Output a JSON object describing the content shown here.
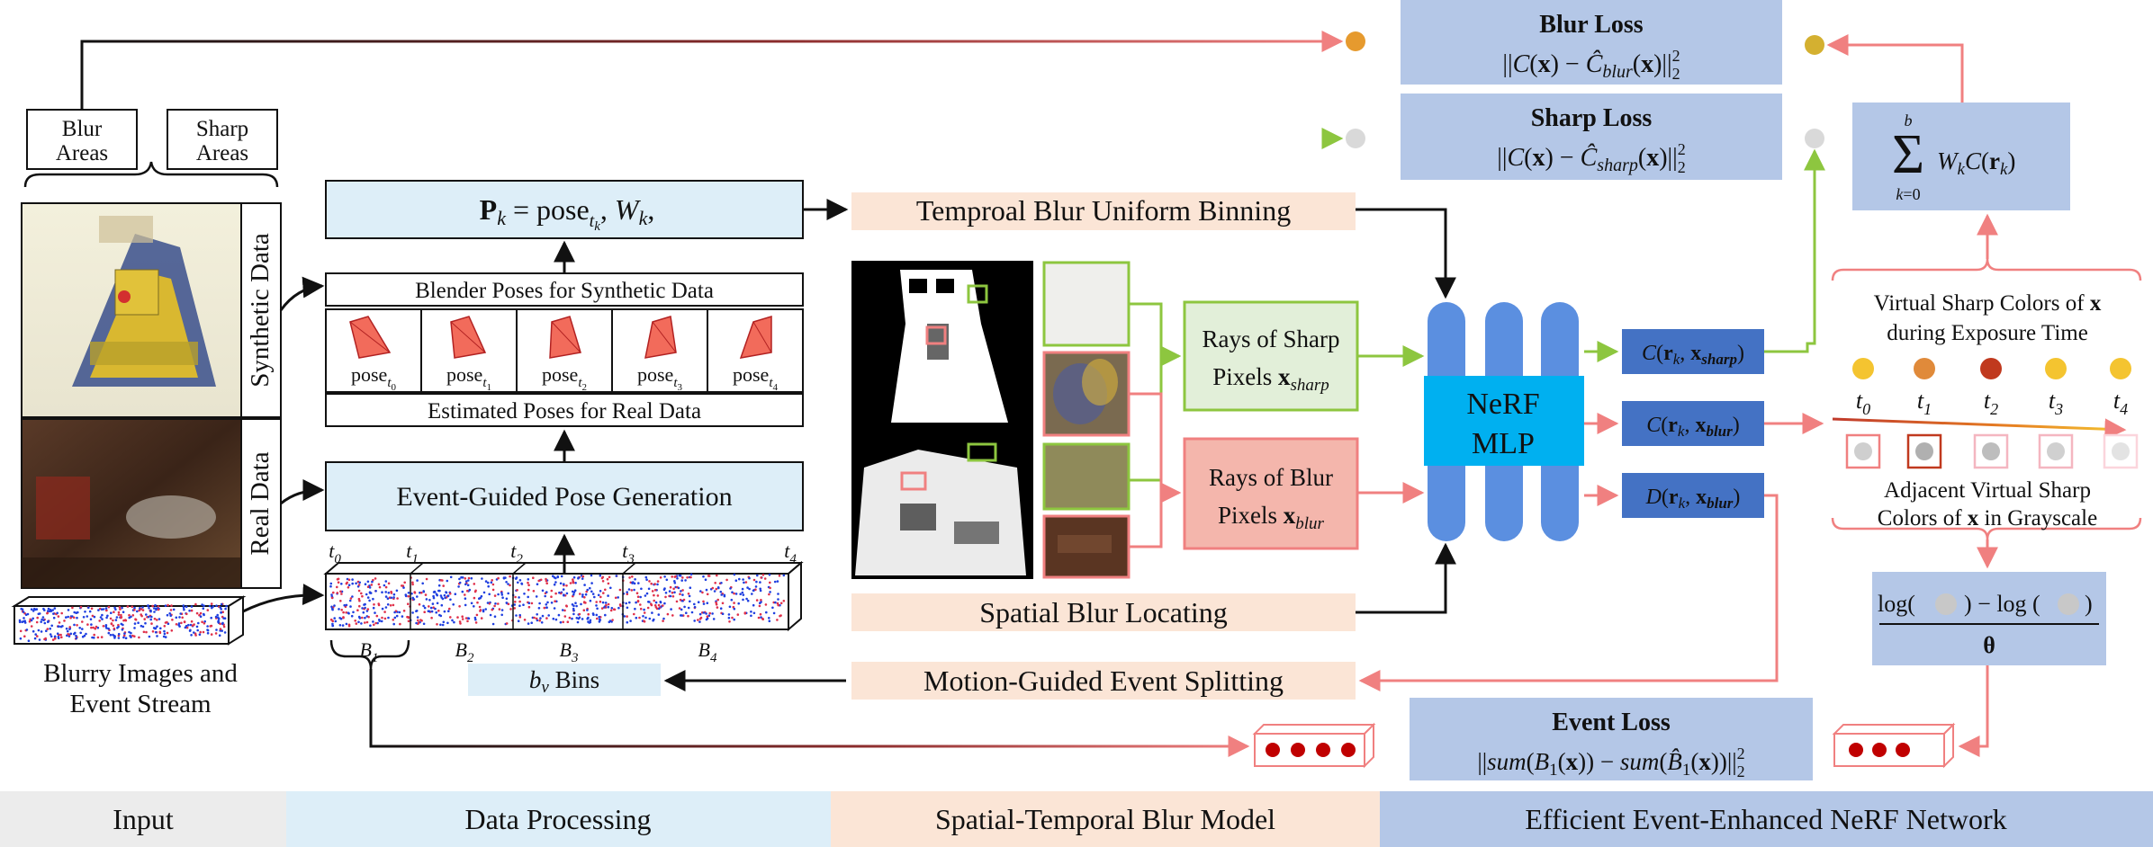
{
  "input": {
    "blur_areas": [
      "Blur",
      "Areas"
    ],
    "sharp_areas": [
      "Sharp",
      "Areas"
    ],
    "synthetic_label": "Synthetic  Data",
    "real_label": "Real  Data",
    "caption": [
      "Blurry Images and",
      "Event Stream"
    ]
  },
  "data_processing": {
    "pk_formula": "P_k = pose_{t_k}, W_k,",
    "blender_poses": "Blender Poses for Synthetic Data",
    "estimated_poses": "Estimated Poses for Real Data",
    "pose_labels": [
      "pose_{t_0}",
      "pose_{t_1}",
      "pose_{t_2}",
      "pose_{t_3}",
      "pose_{t_4}"
    ],
    "event_pose_generation": "Event-Guided Pose Generation",
    "time_labels": [
      "t_0",
      "t_1",
      "t_2",
      "t_3",
      "t_4"
    ],
    "bin_labels": [
      "B_1",
      "B_2",
      "B_3",
      "B_4"
    ],
    "bins_label": "b_v Bins"
  },
  "blur_model": {
    "temporal_binning": "Temproal Blur Uniform Binning",
    "spatial_locating": "Spatial Blur Locating",
    "event_splitting": "Motion-Guided Event Splitting",
    "sharp_rays": [
      "Rays of Sharp",
      "Pixels x_sharp"
    ],
    "blur_rays": [
      "Rays of Blur",
      "Pixels x_blur"
    ]
  },
  "network": {
    "mlp": [
      "NeRF",
      "MLP"
    ],
    "outputs": [
      "C(r_k, x_sharp)",
      "C(r_k, x_blur)",
      "D(r_k, x_blur)"
    ],
    "blur_loss_title": "Blur Loss",
    "blur_loss_formula": "||C(x) − Ĉ_blur(x)||²₂",
    "sharp_loss_title": "Sharp Loss",
    "sharp_loss_formula": "||C(x) − Ĉ_sharp(x)||²₂",
    "sum_formula": "Σ W_k C(r_k)",
    "sum_upper": "b",
    "sum_lower": "k=0",
    "virtual_sharp": [
      "Virtual Sharp Colors of x",
      "during Exposure Time"
    ],
    "virtual_times": [
      "t_0",
      "t_1",
      "t_2",
      "t_3",
      "t_4"
    ],
    "adjacent": [
      "Adjacent Virtual Sharp",
      "Colors of x in Grayscale"
    ],
    "log_formula": "log(   ) − log (   )",
    "theta": "θ",
    "event_loss_title": "Event Loss",
    "event_loss_formula": "||sum(B_1(x)) − sum(B̂_1(x))||²₂"
  },
  "footer": [
    "Input",
    "Data Processing",
    "Spatial-Temporal Blur Model",
    "Efficient Event-Enhanced NeRF Network"
  ],
  "colors": {
    "input_bg": "#ececec",
    "processing_bg": "#ddeef8",
    "blur_model_bg": "#fbe5d6",
    "network_bg": "#b4c7e7",
    "green": "#8dc63f",
    "red": "#f08080",
    "mlp_blue": "#5b8fe0",
    "mlp_cyan": "#00b0f0",
    "output_blue": "#4472c4"
  }
}
